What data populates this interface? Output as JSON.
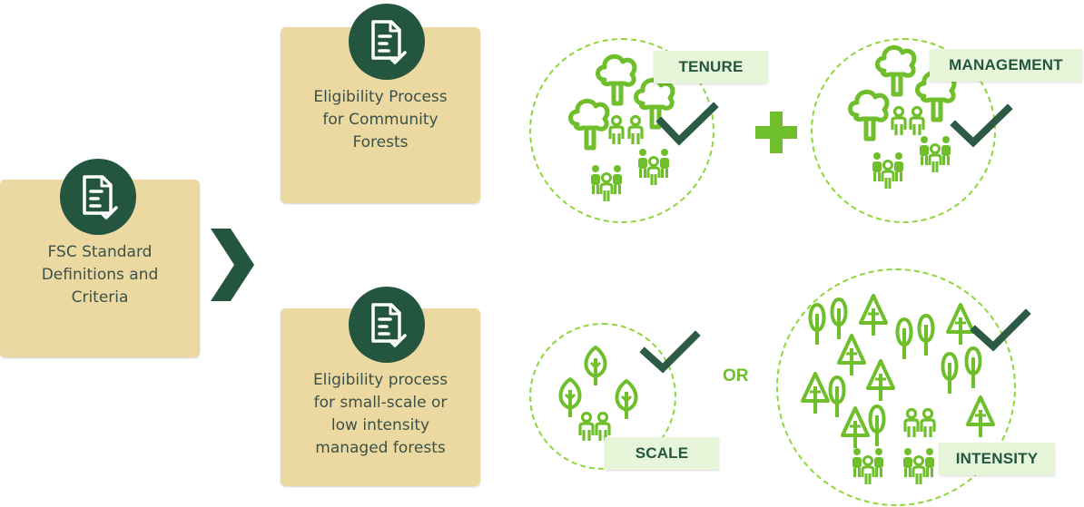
{
  "standard": {
    "text_lines": [
      "FSC Standard",
      "Definitions and",
      "Criteria"
    ],
    "icon": "document-check-icon"
  },
  "community": {
    "text_lines": [
      "Eligibility  Process",
      "for Community",
      "Forests"
    ],
    "icon": "document-check-icon"
  },
  "small_scale": {
    "text_lines": [
      "Eligibility process",
      "for small-scale or",
      "low intensity",
      "managed forests"
    ],
    "icon": "document-check-icon"
  },
  "criteria": {
    "tenure": "TENURE",
    "management": "MANAGEMENT",
    "scale": "SCALE",
    "intensity": "INTENSITY",
    "or": "OR"
  },
  "colors": {
    "card": "#ecd9a2",
    "badge": "#24563f",
    "accent_green": "#6fbe2b",
    "check": "#2c5a45",
    "label_bg": "#e7f5d9"
  }
}
